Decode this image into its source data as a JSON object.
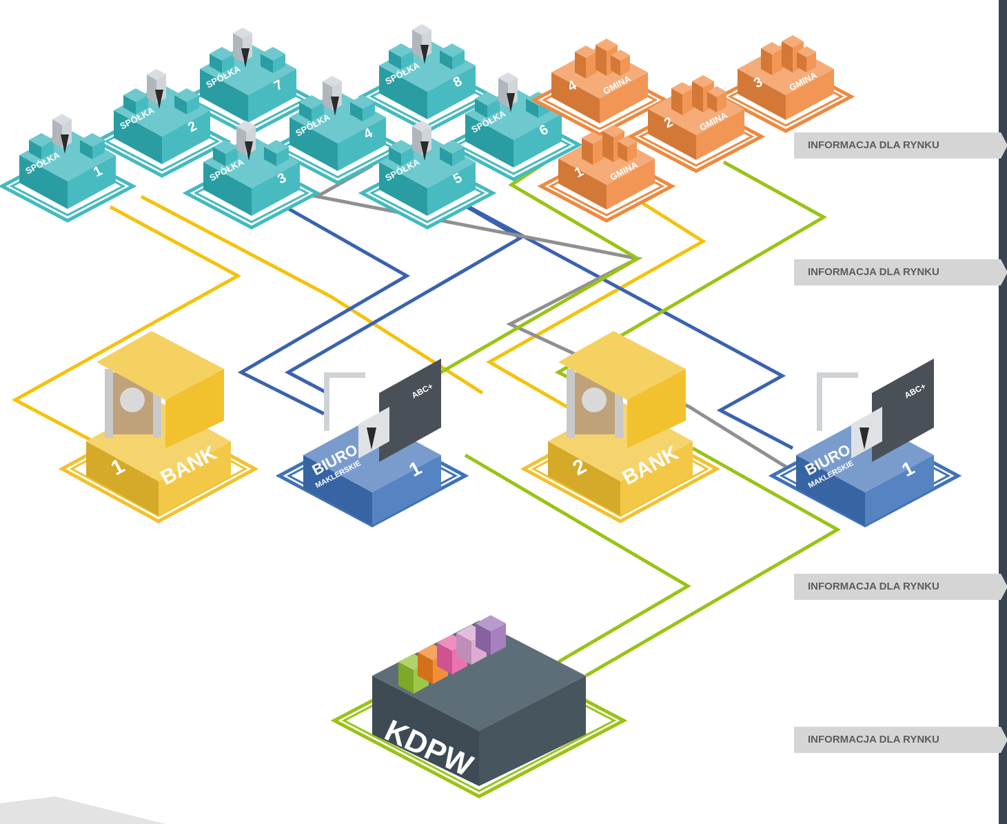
{
  "colors": {
    "company": "#2fb2b8",
    "municipality": "#f0883e",
    "bank": "#f2c12e",
    "broker": "#3f72b8",
    "kdpw": "#3f4d57",
    "line_yellow": "#f4c20d",
    "line_blue": "#3a62b0",
    "line_gray": "#909090",
    "line_green": "#9ac316"
  },
  "companies": [
    {
      "label": "SPÓŁKA",
      "number": "1"
    },
    {
      "label": "SPÓŁKA",
      "number": "2"
    },
    {
      "label": "SPÓŁKA",
      "number": "3"
    },
    {
      "label": "SPÓŁKA",
      "number": "4"
    },
    {
      "label": "SPÓŁKA",
      "number": "5"
    },
    {
      "label": "SPÓŁKA",
      "number": "6"
    },
    {
      "label": "SPÓŁKA",
      "number": "7"
    },
    {
      "label": "SPÓŁKA",
      "number": "8"
    }
  ],
  "municipalities": [
    {
      "label": "GMINA",
      "number": "1"
    },
    {
      "label": "GMINA",
      "number": "2"
    },
    {
      "label": "GMINA",
      "number": "3"
    },
    {
      "label": "GMINA",
      "number": "4"
    }
  ],
  "banks": [
    {
      "label": "BANK",
      "number": "1"
    },
    {
      "label": "BANK",
      "number": "2"
    }
  ],
  "brokers": [
    {
      "label": "BIURO",
      "sublabel": "MAKLERSKIE",
      "number": "1",
      "screen": "ABC+"
    },
    {
      "label": "BIURO",
      "sublabel": "MAKLERSKIE",
      "number": "1",
      "screen": "ABC+"
    }
  ],
  "kdpw": {
    "label": "KDPW",
    "blocks": [
      "#8fbf2e",
      "#f07f1e",
      "#e95ea6",
      "#d8a1cf",
      "#9b6fb6"
    ]
  },
  "info_tabs": [
    "INFORMACJA DLA RYNKU",
    "INFORMACJA DLA RYNKU",
    "INFORMACJA DLA RYNKU",
    "INFORMACJA DLA RYNKU"
  ]
}
